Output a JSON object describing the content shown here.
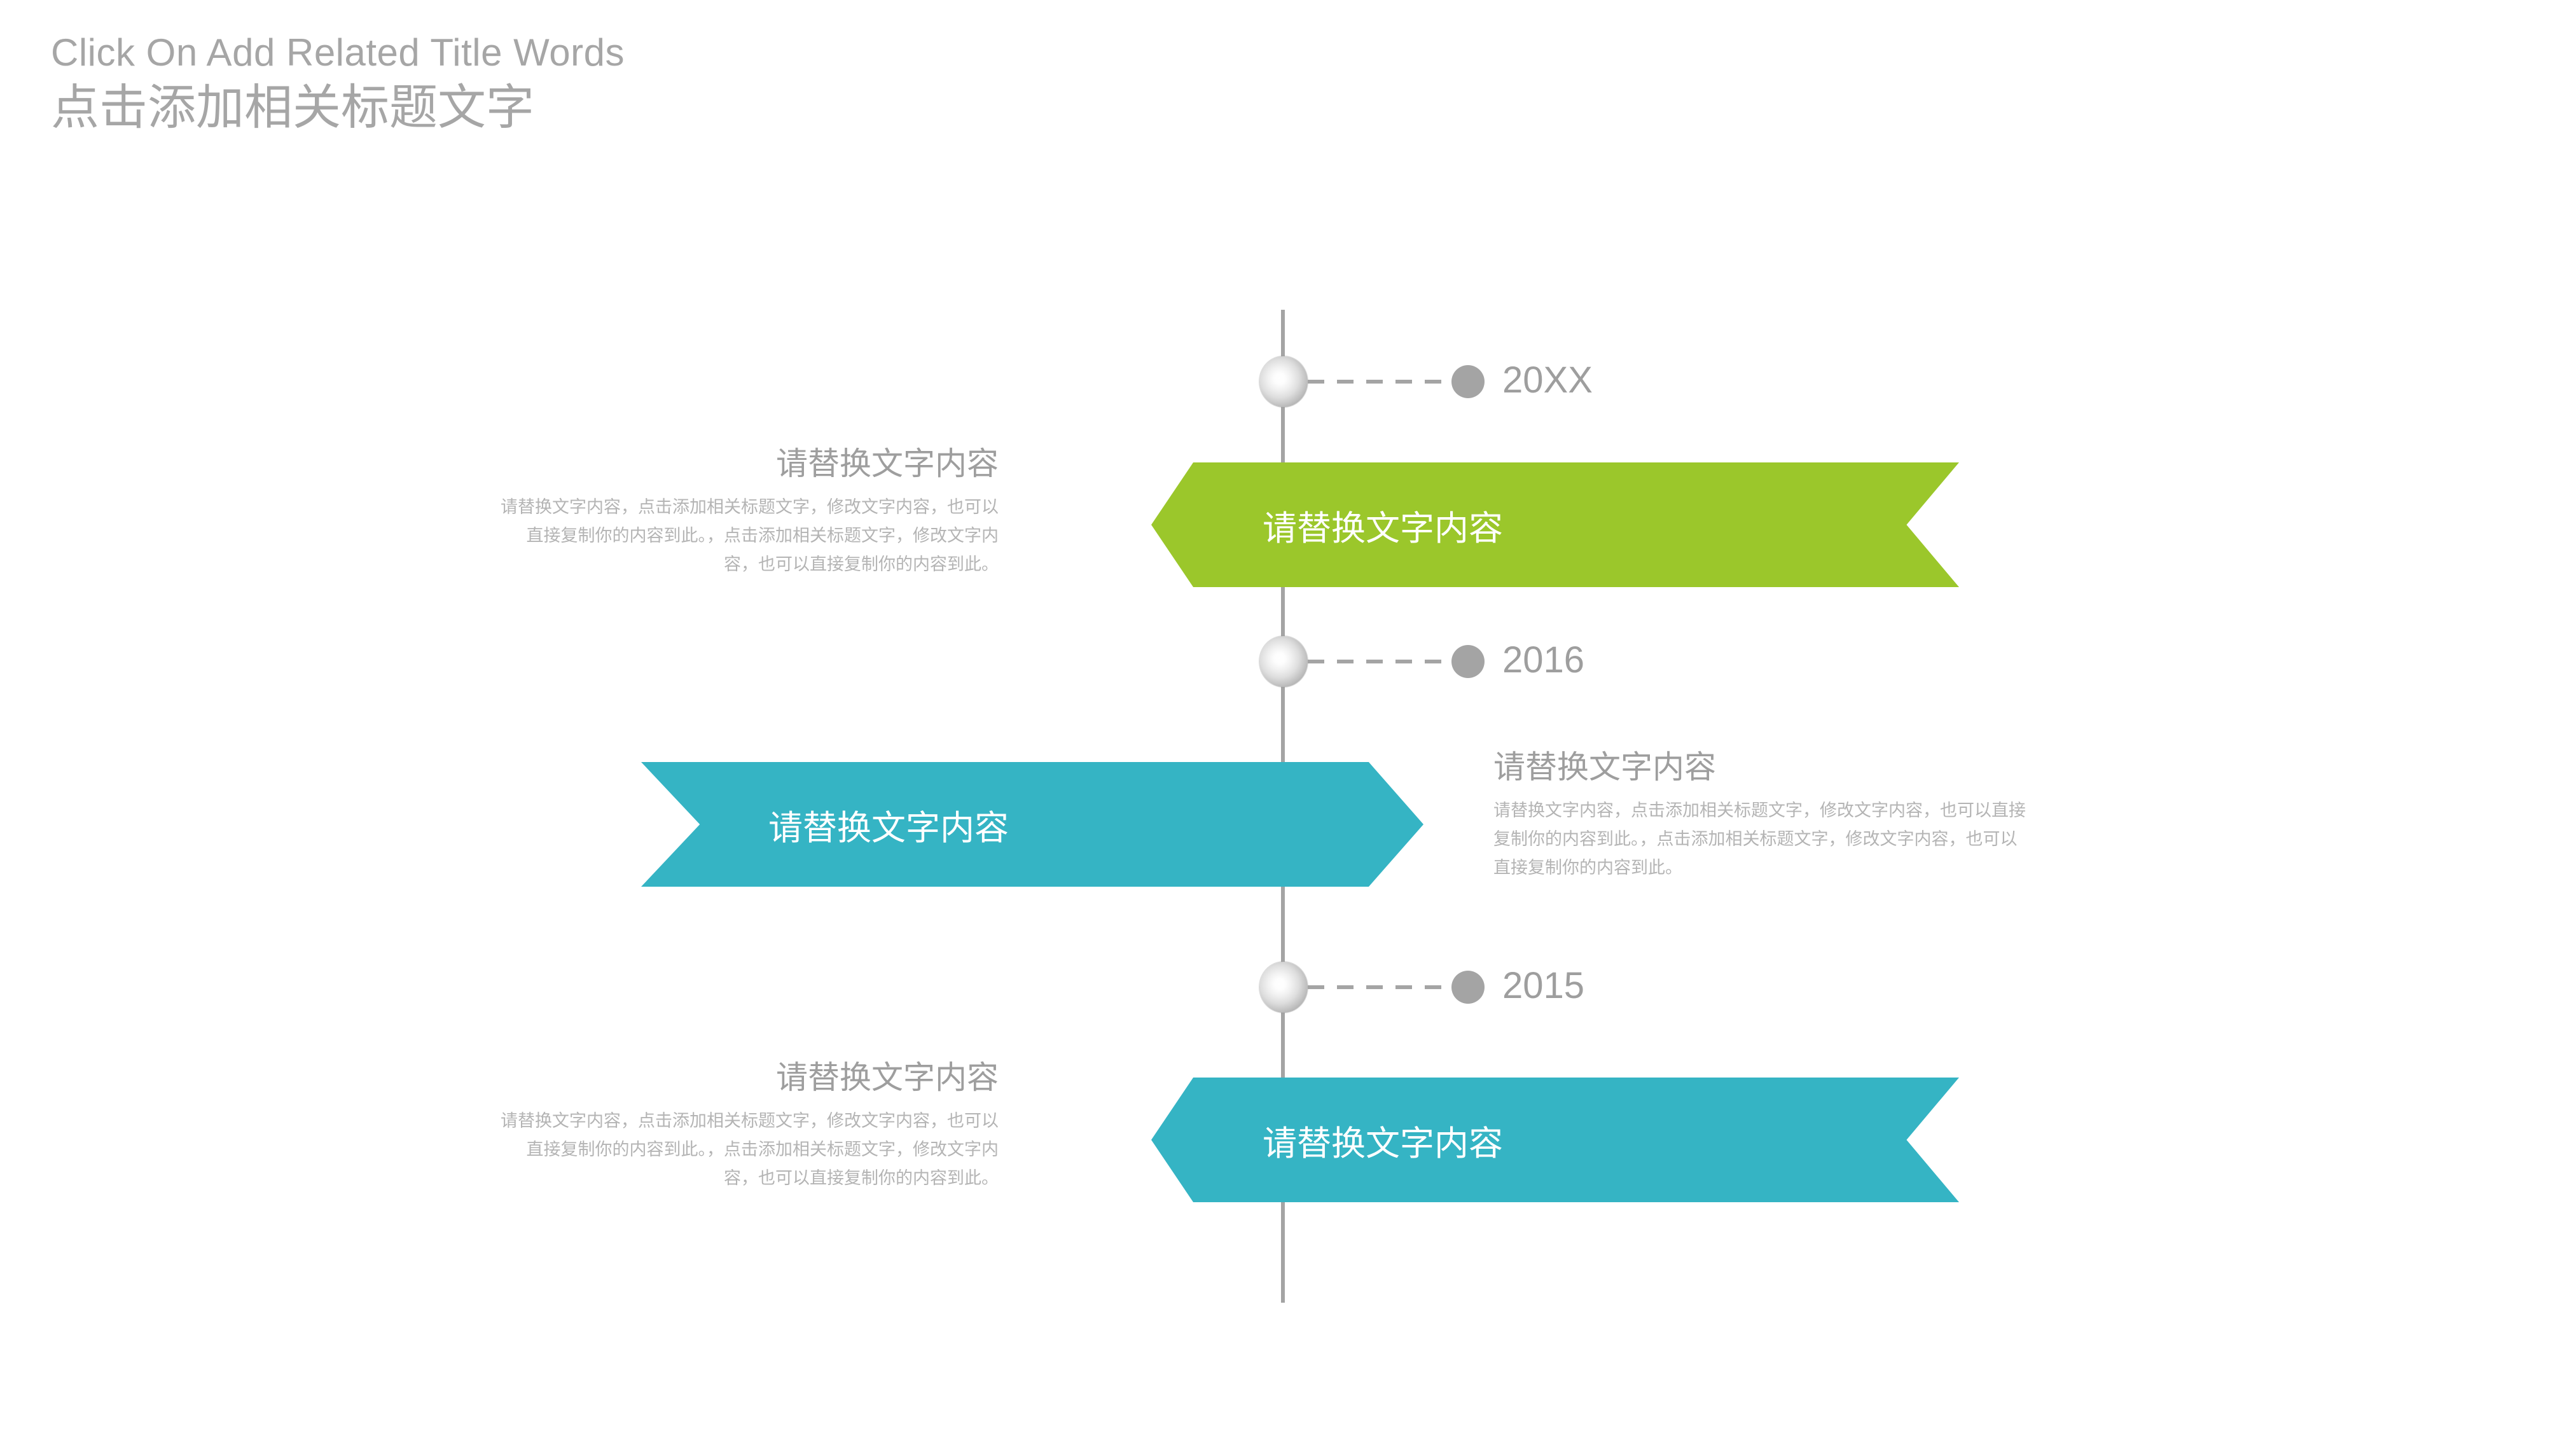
{
  "header": {
    "title_en": "Click On Add Related Title Words",
    "title_cn": "点击添加相关标题文字"
  },
  "colors": {
    "green": "#9bc72b",
    "teal": "#35b4c4",
    "gray_text": "#9e9e9e",
    "body_text": "#b4b4b4",
    "spine": "#a4a4a4"
  },
  "common": {
    "section_title": "请替换文字内容",
    "banner_label": "请替换文字内容",
    "body_text": "请替换文字内容，点击添加相关标题文字，修改文字内容，也可以直接复制你的内容到此。，点击添加相关标题文字，修改文字内容，也可以直接复制你的内容到此。"
  },
  "timeline": {
    "markers": [
      {
        "year": "20XX"
      },
      {
        "year": "2016"
      },
      {
        "year": "2015"
      }
    ],
    "rows": [
      {
        "id": "row-1",
        "year": "20XX",
        "banner_color": "green",
        "banner_label": "请替换文字内容",
        "text_side": "left",
        "title": "请替换文字内容",
        "body": "请替换文字内容，点击添加相关标题文字，修改文字内容，也可以直接复制你的内容到此。，点击添加相关标题文字，修改文字内容，也可以直接复制你的内容到此。"
      },
      {
        "id": "row-2",
        "year": "2016",
        "banner_color": "teal",
        "banner_label": "请替换文字内容",
        "text_side": "right",
        "title": "请替换文字内容",
        "body": "请替换文字内容，点击添加相关标题文字，修改文字内容，也可以直接复制你的内容到此。，点击添加相关标题文字，修改文字内容，也可以直接复制你的内容到此。"
      },
      {
        "id": "row-3",
        "year": "2015",
        "banner_color": "teal",
        "banner_label": "请替换文字内容",
        "text_side": "left",
        "title": "请替换文字内容",
        "body": "请替换文字内容，点击添加相关标题文字，修改文字内容，也可以直接复制你的内容到此。，点击添加相关标题文字，修改文字内容，也可以直接复制你的内容到此。"
      }
    ]
  }
}
